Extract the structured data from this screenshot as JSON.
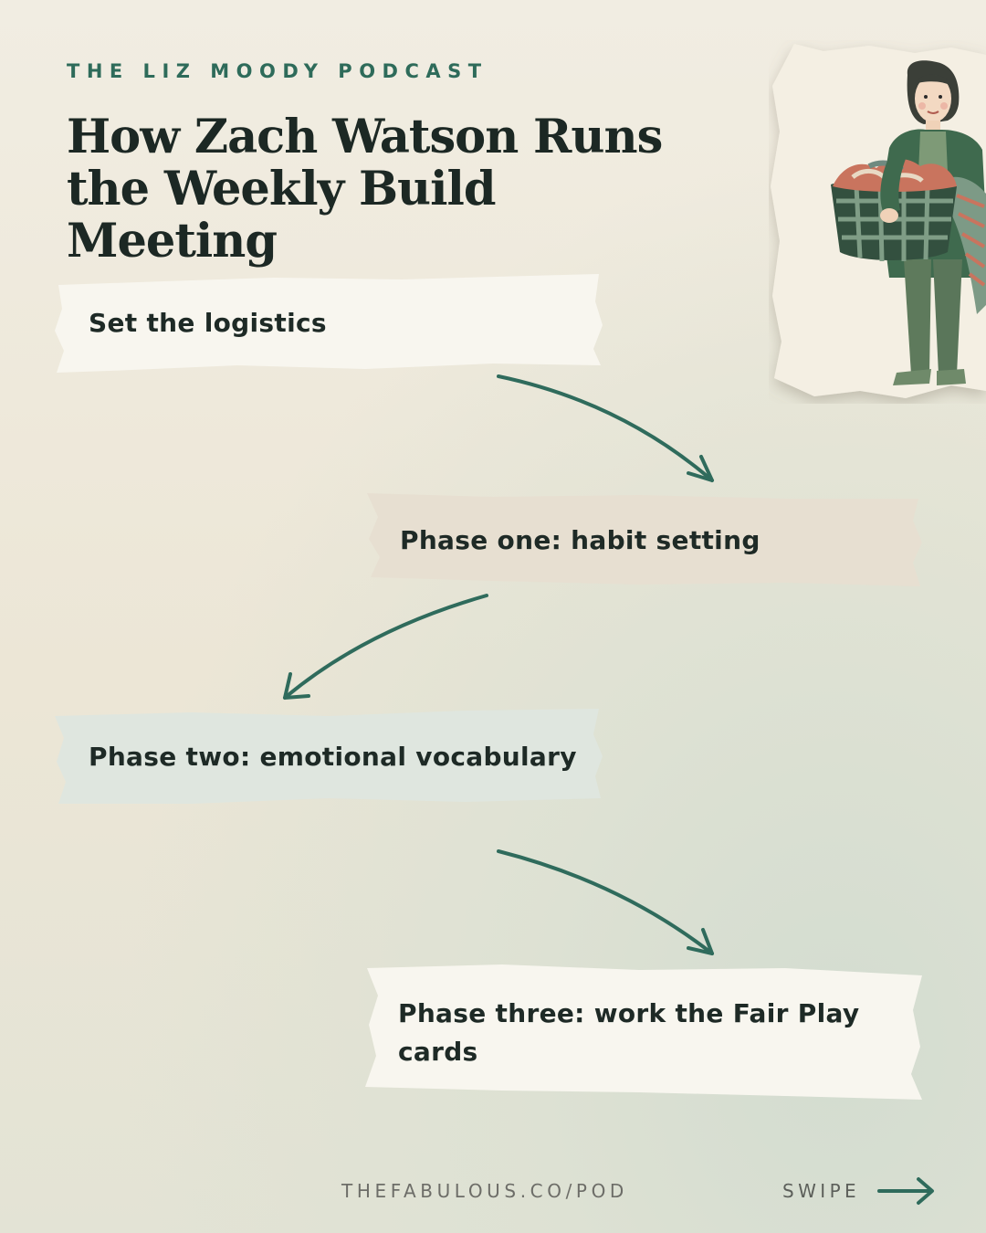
{
  "header": {
    "brand": "THE LIZ MOODY PODCAST",
    "title": "How Zach Watson Runs the Weekly Build Meeting"
  },
  "steps": [
    {
      "label": "Set the logistics",
      "color": "#f8f6ef"
    },
    {
      "label": "Phase one: habit setting",
      "color": "#e7dfd1"
    },
    {
      "label": "Phase two: emotional vocabulary",
      "color": "#dfe6df"
    },
    {
      "label": "Phase three: work the Fair Play cards",
      "color": "#f8f6ef"
    }
  ],
  "footer": {
    "url": "THEFABULOUS.CO/POD",
    "swipe": "SWIPE"
  },
  "colors": {
    "accent": "#2e6b5a",
    "arrow": "#2f6b5c",
    "title": "#1c2824"
  },
  "icons": {
    "illustration": "woman-with-laundry-basket",
    "swipe": "arrow-right-icon"
  }
}
